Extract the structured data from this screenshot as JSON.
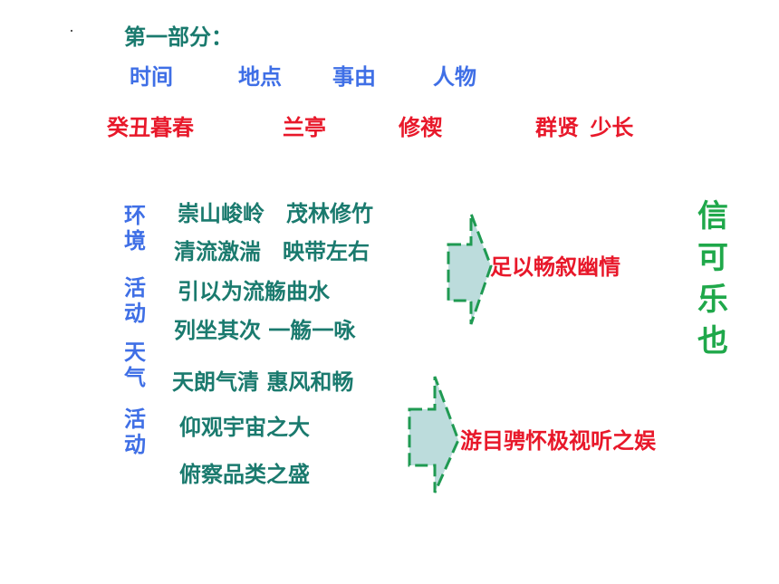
{
  "section_title": "第一部分：",
  "elements": [
    "时间",
    "地点",
    "事由",
    "人物"
  ],
  "details": [
    "癸丑暮春",
    "兰亭",
    "修禊",
    "群贤 少长"
  ],
  "labels": [
    "环境",
    "活动",
    "天气",
    "活动"
  ],
  "phrases": [
    "崇山峻岭　茂林修竹",
    "清流激湍　映带左右",
    "引以为流觞曲水",
    "列坐其次 一觞一咏",
    "天朗气清 惠风和畅",
    "仰观宇宙之大",
    "俯察品类之盛"
  ],
  "conclusion_1": "足以畅叙幽情",
  "conclusion_2": "游目骋怀极视听之娱",
  "final": [
    "信",
    "可",
    "乐",
    "也"
  ],
  "colors": {
    "teal": "#1a7a6e",
    "blue": "#3f6fe6",
    "red": "#e8182a",
    "green": "#1fa84a",
    "arrow_fill": "#bcdcdc",
    "arrow_stroke": "#1f9a52"
  }
}
